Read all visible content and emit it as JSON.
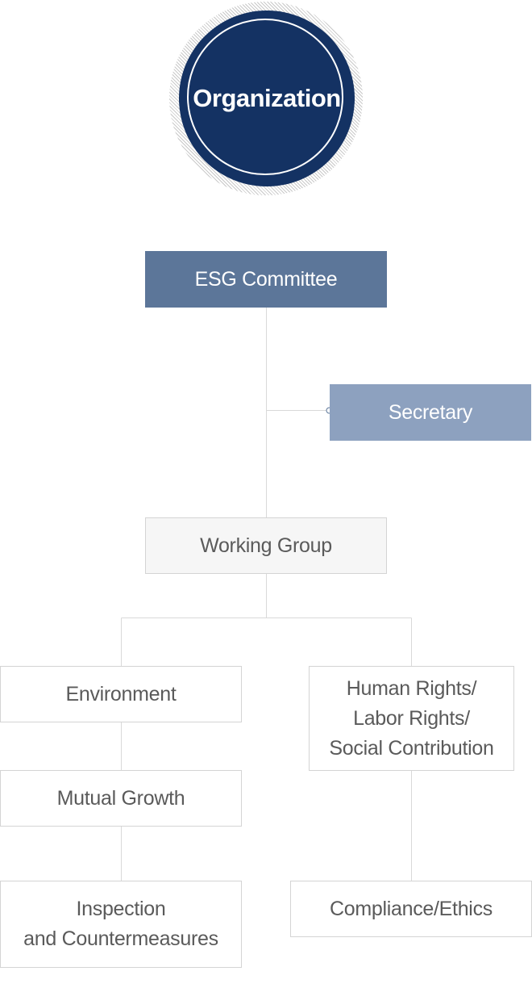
{
  "title": "Organization",
  "nodes": {
    "esg_committee": "ESG Committee",
    "secretary": "Secretary",
    "working_group": "Working Group",
    "environment": "Environment",
    "mutual_growth": "Mutual Growth",
    "inspection": "Inspection\nand Countermeasures",
    "human_rights": "Human Rights/\nLabor Rights/\nSocial Contribution",
    "compliance": "Compliance/Ethics"
  }
}
